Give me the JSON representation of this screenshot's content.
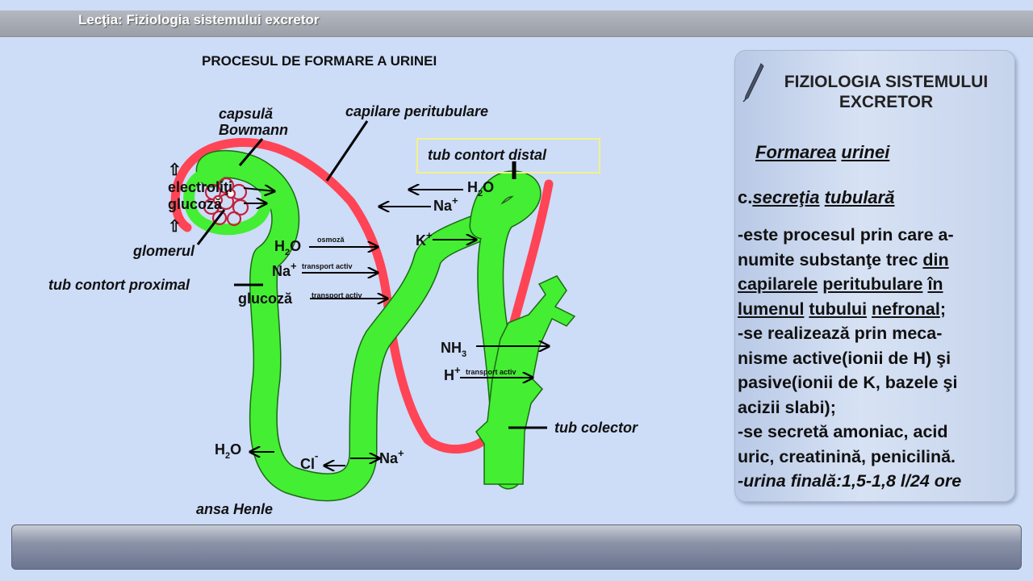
{
  "header": {
    "lesson_title": "Lecţia: Fiziologia sistemului excretor"
  },
  "diagram": {
    "title": "PROCESUL  DE  FORMARE  A  URINEI",
    "labels": {
      "capsula": "capsulă",
      "bowmann": "Bowmann",
      "capilare": "capilare peritubulare",
      "tub_distal": "tub contort distal",
      "electroliti": "electroliţi",
      "glucoza": "glucoză",
      "glomerul": "glomerul",
      "tub_proximal": "tub contort proximal",
      "glucoza2": "glucoză",
      "tub_colector": "tub colector",
      "ansa": "ansa Henle",
      "osmoza": "osmoză",
      "transport_activ_1": "transport activ",
      "transport_activ_2": "transport activ",
      "transport_activ_3": "transport activ",
      "h": "H",
      "two": "2",
      "o": "O",
      "na": "Na",
      "k": "K",
      "plus": "+",
      "nh": "NH",
      "three": "3",
      "cl": "Cl",
      "minus": "-",
      "arrow_up": "⇧"
    }
  },
  "panel": {
    "title": "FIZIOLOGIA SISTEMULUI EXCRETOR",
    "subtitle_word1": "Formarea",
    "subtitle_word2": "urinei",
    "section_prefix": "c.",
    "section_word1": "secreţia",
    "section_word2": "tubulară",
    "line1a": "-este procesul prin care a-",
    "line2a": "numite substanţe trec",
    "line2b": "din",
    "line3a": "capilarele",
    "line3b": "peritubulare",
    "line3c": "în",
    "line4a": "lumenul",
    "line4b": "tubului",
    "line4c": "nefronal",
    "line4d": ";",
    "line5": "-se realizează prin meca-",
    "line6": "nisme active(ionii de H) şi",
    "line7": "pasive(ionii de K, bazele şi",
    "line8": "acizii slabi);",
    "line9": "-se secretă amoniac, acid",
    "line10": "uric, creatinină, penicilină.",
    "line11": "-urina finală:1,5-1,8 l/24 ore"
  },
  "colors": {
    "tubule": "#44ee33",
    "capillary": "#ff4455",
    "background": "#cddcf7"
  }
}
